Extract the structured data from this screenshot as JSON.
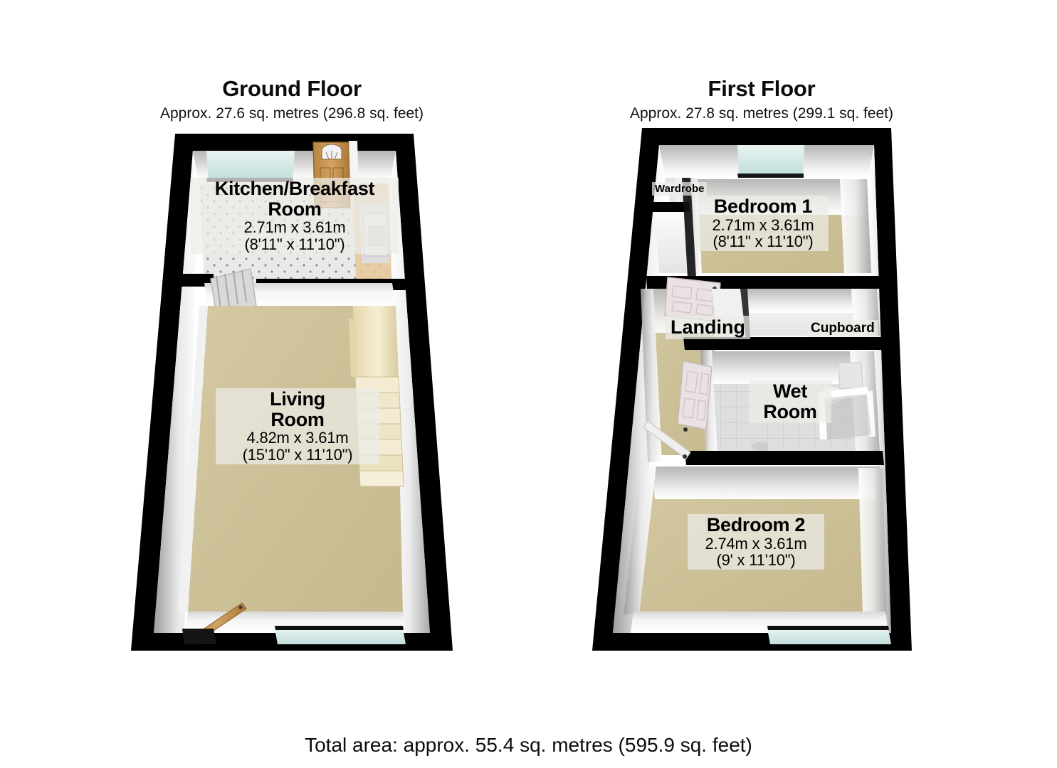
{
  "document": {
    "type": "floorplan",
    "total_area": "Total area: approx. 55.4 sq. metres (595.9 sq. feet)"
  },
  "floors": [
    {
      "id": "ground",
      "title": "Ground Floor",
      "subtitle": "Approx. 27.6 sq. metres (296.8 sq. feet)",
      "rooms": [
        {
          "name": "Kitchen/Breakfast Room",
          "name_line1": "Kitchen/Breakfast",
          "name_line2": "Room",
          "dim_metric": "2.71m x 3.61m",
          "dim_imperial": "(8'11\" x 11'10\")"
        },
        {
          "name": "Living Room",
          "name_line1": "Living",
          "name_line2": "Room",
          "dim_metric": "4.82m x 3.61m",
          "dim_imperial": "(15'10\" x 11'10\")"
        }
      ],
      "features": [
        "front-door",
        "window-kitchen",
        "window-living",
        "rear-door",
        "staircase",
        "kitchen-sink",
        "radiator"
      ]
    },
    {
      "id": "first",
      "title": "First Floor",
      "subtitle": "Approx. 27.8 sq. metres (299.1 sq. feet)",
      "rooms": [
        {
          "name": "Bedroom 1",
          "name_line1": "Bedroom 1",
          "name_line2": "",
          "dim_metric": "2.71m x 3.61m",
          "dim_imperial": "(8'11\" x 11'10\")"
        },
        {
          "name": "Bedroom 2",
          "name_line1": "Bedroom 2",
          "name_line2": "",
          "dim_metric": "2.74m x 3.61m",
          "dim_imperial": "(9' x 11'10\")"
        }
      ],
      "small_rooms": [
        {
          "name": "Wardrobe"
        },
        {
          "name": "Landing"
        },
        {
          "name": "Cupboard"
        },
        {
          "name": "Wet Room",
          "name_line1": "Wet",
          "name_line2": "Room"
        }
      ],
      "features": [
        "window-bedroom1",
        "window-bedroom2",
        "door-bedroom1",
        "door-wetroom",
        "door-bedroom2",
        "toilet",
        "shower-screen"
      ]
    }
  ],
  "colors": {
    "wall_outline": "#000000",
    "wall_face": "#f2f2f2",
    "carpet": "#cfc39a",
    "kitchen_floor": "#e6e6e4",
    "tile_floor": "#dddddd",
    "window_glass": "#d6eae8",
    "stairs": "#efe4bf",
    "door_wood": "#c08f4e",
    "door_white": "#e8dfe0",
    "label_bg": "#ecece8",
    "text": "#000000",
    "background": "#ffffff"
  }
}
